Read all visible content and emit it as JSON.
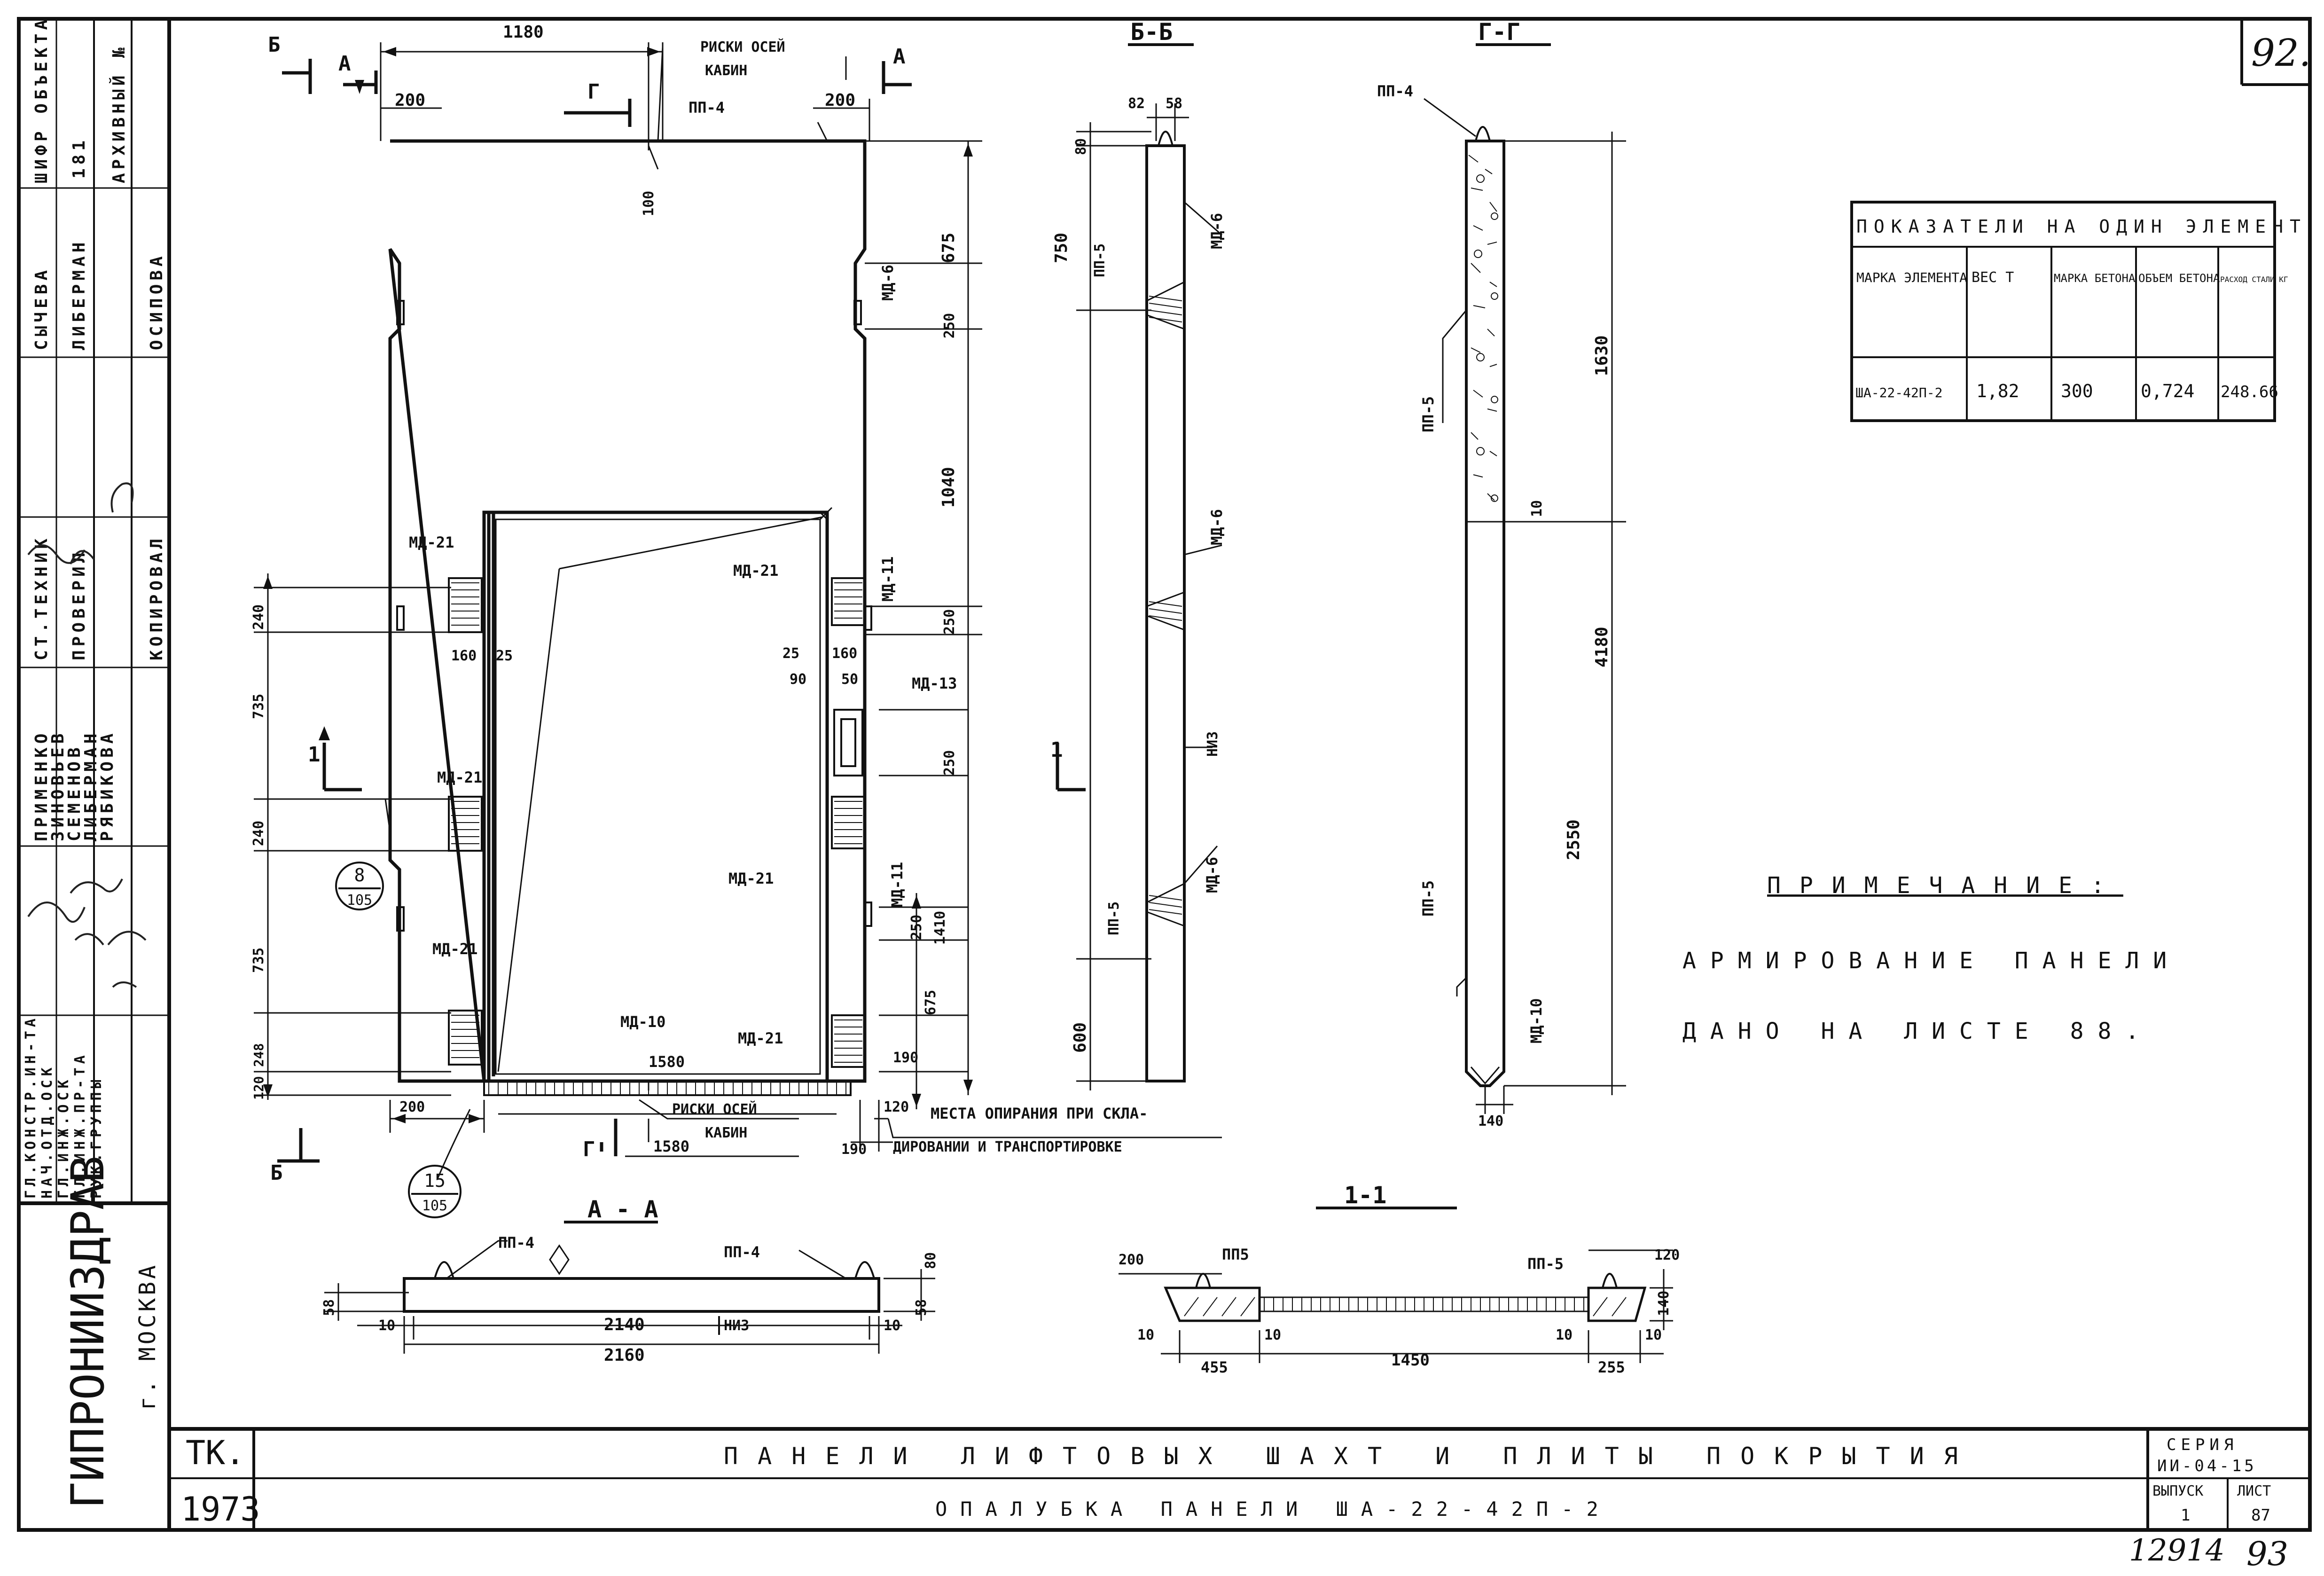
{
  "sheet": {
    "page_number": "92.",
    "archive_stamp": "12914",
    "archive_stamp_page": "93",
    "organization": "ГИПРОНИИЗДРАВ",
    "city": "г. МОСКВА",
    "code": "ТК.",
    "year": "1973",
    "title_main": "ПАНЕЛИ ЛИФТОВЫХ ШАХТ И ПЛИТЫ ПОКРЫТИЯ",
    "title_sub": "ОПАЛУБКА ПАНЕЛИ ША-22-42П-2",
    "series_label": "СЕРИЯ",
    "series_value": "ИИ-04-15",
    "issue_label": "ВЫПУСК",
    "issue_value": "1",
    "sheet_label": "ЛИСТ",
    "sheet_value": "87"
  },
  "left_block": {
    "object_code_label": "ШИФР ОБЪЕКТА",
    "object_code_value": "181",
    "archive_label": "АРХИВНЫЙ №",
    "people": [
      {
        "role": "ГЛ.КОНСТР.ИН-ТА",
        "name": "ПРИМЕНКО"
      },
      {
        "role": "НАЧ.ОТД.ОСК",
        "name": "ЗИНОВЬЕВ"
      },
      {
        "role": "ГЛ.ИНЖ.ОСК",
        "name": "СЕМЕНОВ"
      },
      {
        "role": "ГЛ.ИНЖ.ПР-ТА",
        "name": "ЛИБЕРМАН"
      },
      {
        "role": "РУК.ГРУППЫ",
        "name": "РЯБИКОВА"
      }
    ],
    "tech_label": "СТ.ТЕХНИК",
    "tech_name": "СЫЧЕВА",
    "check_label": "ПРОВЕРИЛ",
    "check_name": "ЛИБЕРМАН",
    "copy_label": "КОПИРОВАЛ",
    "copy_name": "ОСИПОВА"
  },
  "table": {
    "title": "ПОКАЗАТЕЛИ НА ОДИН ЭЛЕМЕНТ",
    "headers": [
      "МАРКА ЭЛЕМЕНТА",
      "ВЕС Т",
      "МАРКА БЕТОНА",
      "ОБЪЕМ БЕТОНА",
      "РАСХОД СТАЛИ КГ"
    ],
    "row": [
      "ША-22-42П-2",
      "1,82",
      "300",
      "0,724",
      "248.66"
    ]
  },
  "note": {
    "title": "ПРИМЕЧАНИЕ:",
    "line1": "АРМИРОВАНИЕ ПАНЕЛИ",
    "line2": "ДАНО НА ЛИСТЕ 88."
  },
  "views": {
    "b_b": "Б-Б",
    "g_g": "Г-Г",
    "a_a": "А - А",
    "one_one": "1-1"
  },
  "labels": {
    "riski_top": "РИСКИ ОСЕЙ",
    "kabin_top": "КАБИН",
    "riski_bottom": "РИСКИ ОСЕЙ",
    "kabin_bottom": "КАБИН",
    "mesta_1": "МЕСТА ОПИРАНИЯ ПРИ СКЛА-",
    "mesta_2": "ДИРОВАНИИ И ТРАНСПОРТИРОВКЕ",
    "niz": "НИЗ",
    "pp4": "ПП-4",
    "pp5": "ПП-5",
    "pp5b": "ПП5",
    "md6": "МД-6",
    "md21": "МД-21",
    "md11": "МД-11",
    "md13": "МД-13",
    "md10": "МД-10",
    "cut_b": "Б",
    "cut_a": "А",
    "cut_g": "Г",
    "cut_1": "1",
    "callout8": "8",
    "callout15": "15",
    "callout105": "105"
  },
  "dims": {
    "d1180": "1180",
    "d200": "200",
    "d100": "100",
    "d675": "675",
    "d250": "250",
    "d1040": "1040",
    "d240": "240",
    "d160": "160",
    "d25": "25",
    "d90": "90",
    "d50": "50",
    "d735": "735",
    "d120": "120",
    "d248": "248",
    "d1580": "1580",
    "d190": "190",
    "d1410": "1410",
    "d80": "80",
    "d82": "82",
    "d58": "58",
    "d750": "750",
    "d600": "600",
    "d1630": "1630",
    "d10": "10",
    "d4180": "4180",
    "d2550": "2550",
    "d140": "140",
    "d2140": "2140",
    "d2160": "2160",
    "d455": "455",
    "d1450": "1450",
    "d255": "255"
  }
}
